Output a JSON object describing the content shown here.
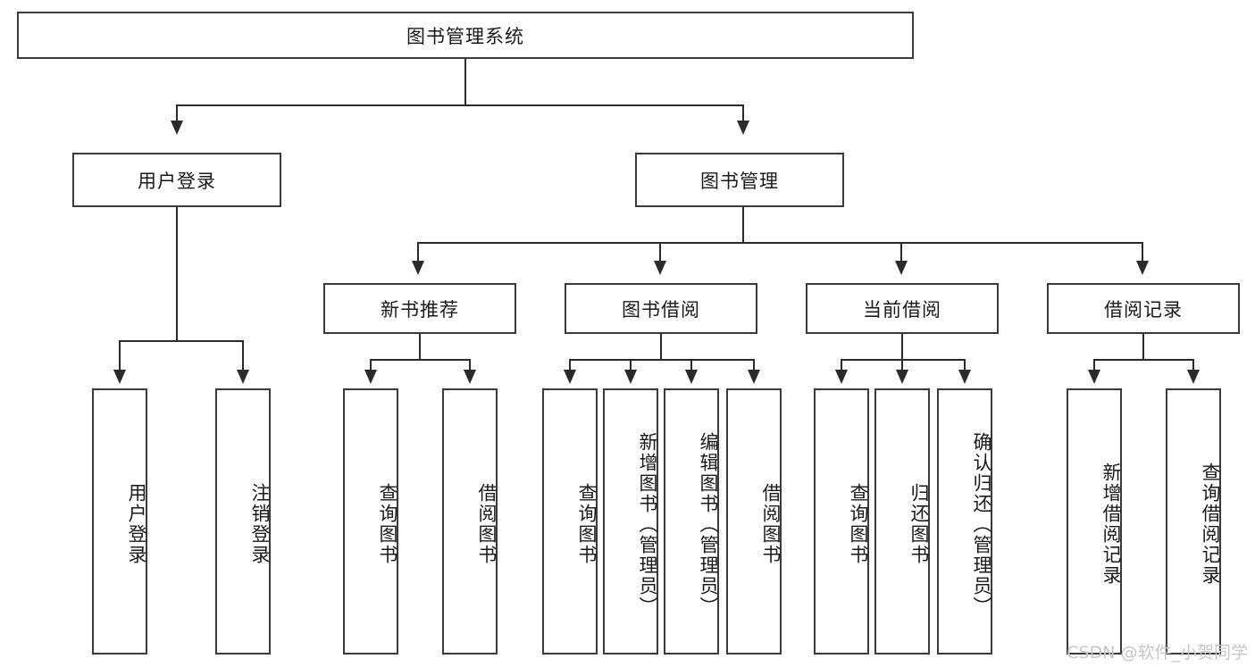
{
  "diagram": {
    "title": "图书管理系统",
    "type": "function-structure-tree",
    "root": {
      "label": "图书管理系统"
    },
    "level2": [
      {
        "label": "用户登录"
      },
      {
        "label": "图书管理"
      }
    ],
    "level3": [
      {
        "label": "新书推荐"
      },
      {
        "label": "图书借阅"
      },
      {
        "label": "当前借阅"
      },
      {
        "label": "借阅记录"
      }
    ],
    "leaves": {
      "user_login": [
        {
          "label": "用户登录"
        },
        {
          "label": "注销登录"
        }
      ],
      "new_book_recommend": [
        {
          "label": "查询图书"
        },
        {
          "label": "借阅图书"
        }
      ],
      "book_borrow": [
        {
          "label": "查询图书"
        },
        {
          "label": "新增图书（管理员）"
        },
        {
          "label": "编辑图书（管理员）"
        },
        {
          "label": "借阅图书"
        }
      ],
      "current_borrow": [
        {
          "label": "查询图书"
        },
        {
          "label": "归还图书"
        },
        {
          "label": "确认归还（管理员）"
        }
      ],
      "borrow_records": [
        {
          "label": "新增借阅记录"
        },
        {
          "label": "查询借阅记录"
        }
      ]
    }
  },
  "watermark": {
    "text": "CSDN @软件_小贺同学"
  },
  "colors": {
    "box_border": "#3a3a3a",
    "connector": "#2b2b2b",
    "text": "#1a1a1a",
    "background": "#ffffff",
    "watermark": "#c6c6c6"
  }
}
